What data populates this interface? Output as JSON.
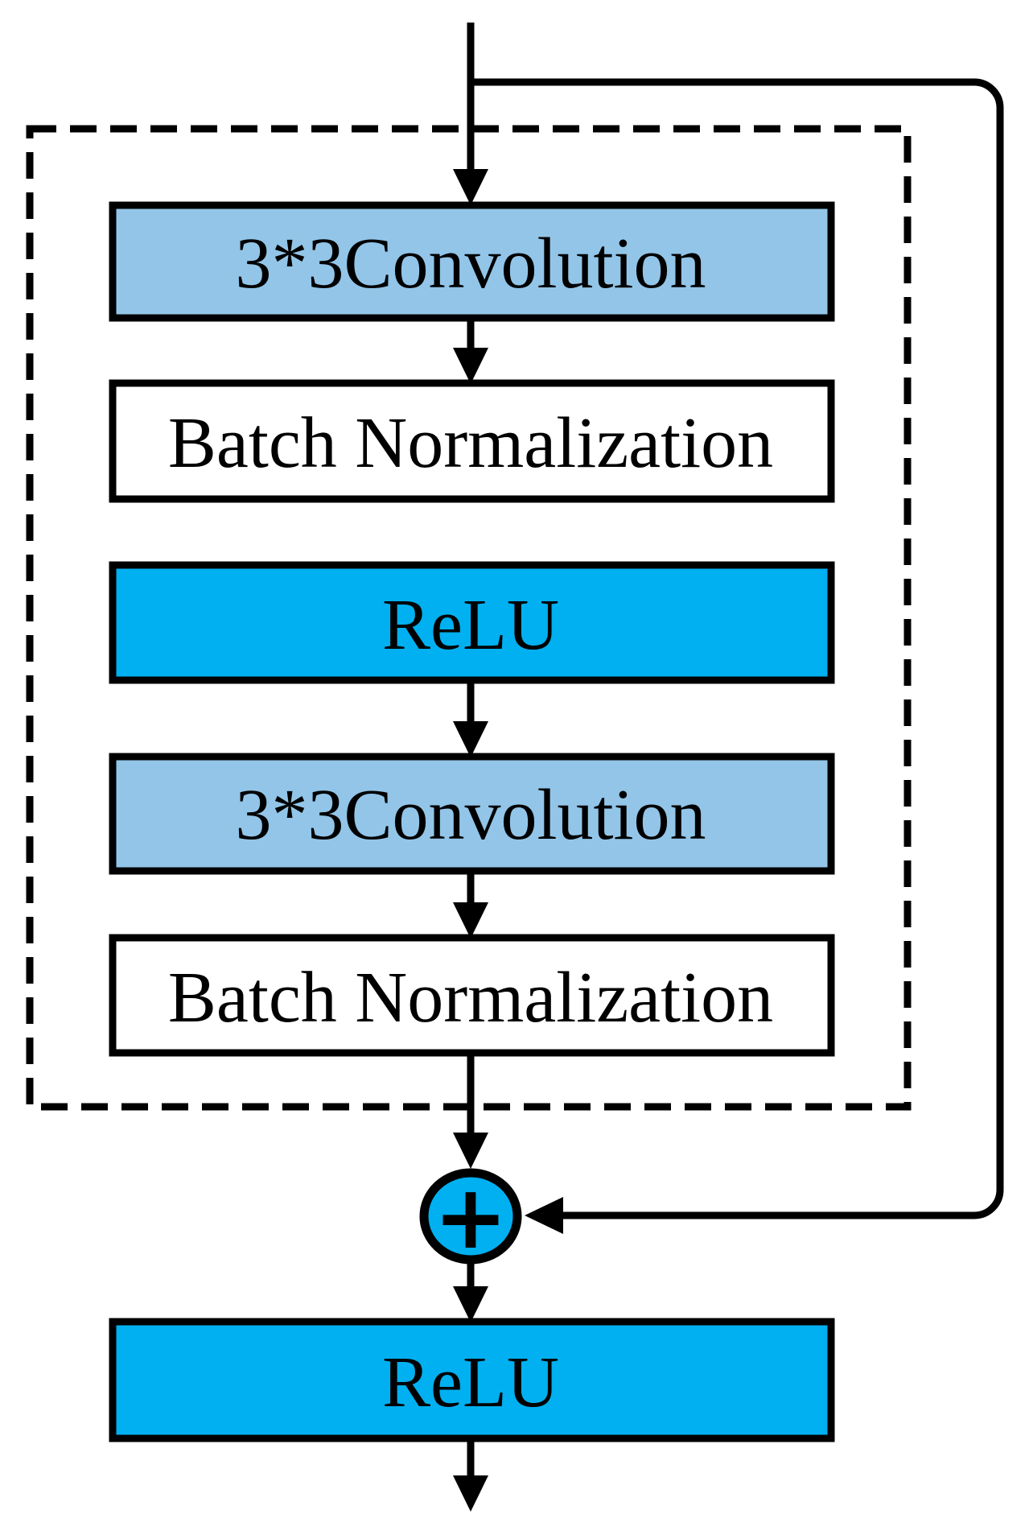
{
  "colors": {
    "conv_fill": "#92C5E8",
    "relu_fill": "#00B0F0",
    "bn_fill": "#FFFFFF",
    "line": "#000000"
  },
  "diagram": {
    "residual_block": {
      "layers": [
        {
          "id": "conv1",
          "label": "3*3Convolution"
        },
        {
          "id": "bn1",
          "label": "Batch Normalization"
        },
        {
          "id": "relu1",
          "label": "ReLU"
        },
        {
          "id": "conv2",
          "label": "3*3Convolution"
        },
        {
          "id": "bn2",
          "label": "Batch Normalization"
        }
      ]
    },
    "addition_node": {
      "symbol": "+"
    },
    "output_layer": {
      "label": "ReLU"
    }
  }
}
